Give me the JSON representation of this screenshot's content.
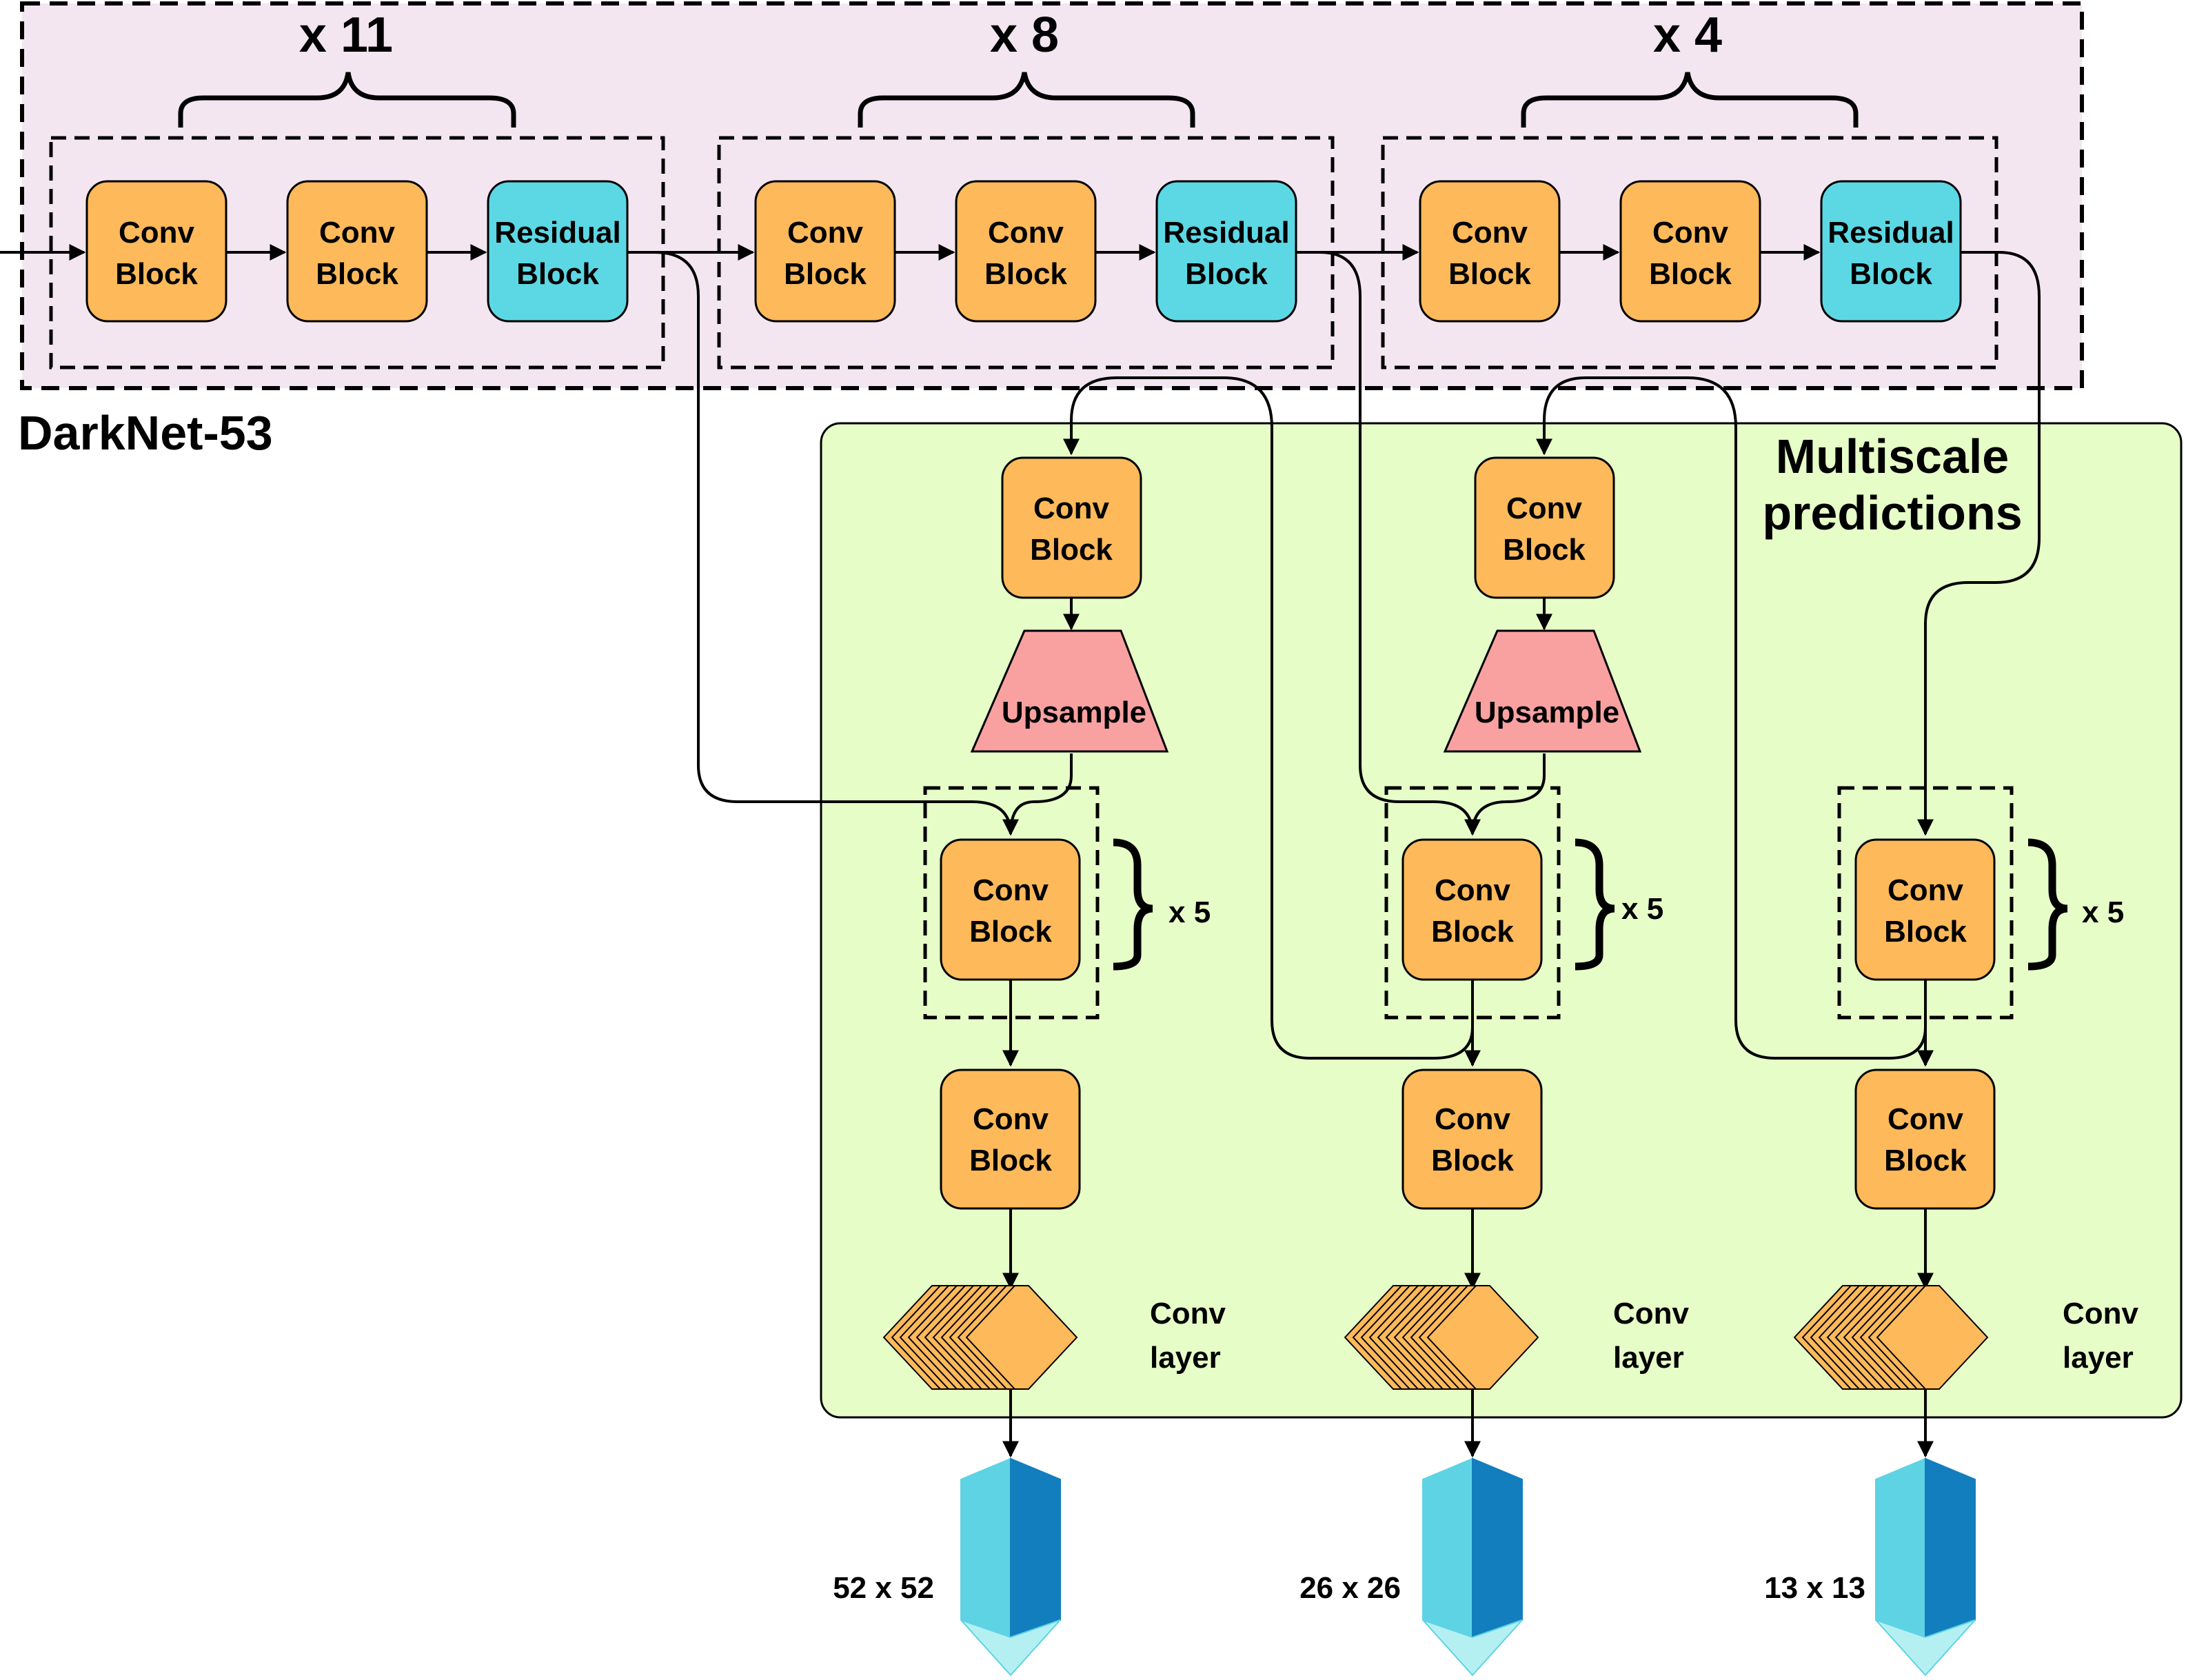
{
  "backbone": {
    "title": "DarkNet-53",
    "stages": [
      {
        "repeat": "x 11",
        "blocks": [
          [
            "Conv",
            "Block"
          ],
          [
            "Conv",
            "Block"
          ],
          [
            "Residual",
            "Block"
          ]
        ]
      },
      {
        "repeat": "x 8",
        "blocks": [
          [
            "Conv",
            "Block"
          ],
          [
            "Conv",
            "Block"
          ],
          [
            "Residual",
            "Block"
          ]
        ]
      },
      {
        "repeat": "x 4",
        "blocks": [
          [
            "Conv",
            "Block"
          ],
          [
            "Conv",
            "Block"
          ],
          [
            "Residual",
            "Block"
          ]
        ]
      }
    ]
  },
  "head": {
    "title_line1": "Multiscale",
    "title_line2": "predictions",
    "conv_block": [
      "Conv",
      "Block"
    ],
    "upsample": "Upsample",
    "repeat": "x 5",
    "conv_layer": [
      "Conv",
      "layer"
    ],
    "outputs": [
      "52 x 52",
      "26 x 26",
      "13 x 13"
    ]
  },
  "colors": {
    "backbone_bg": "#f3e6f0",
    "head_bg": "#e6fdc8",
    "conv_block": "#fdb95a",
    "residual_block": "#5cd8e4",
    "upsample": "#f9a1a1",
    "output_light": "#5ed3e4",
    "output_dark": "#137ebd",
    "output_bottom": "#b4f0f2"
  }
}
